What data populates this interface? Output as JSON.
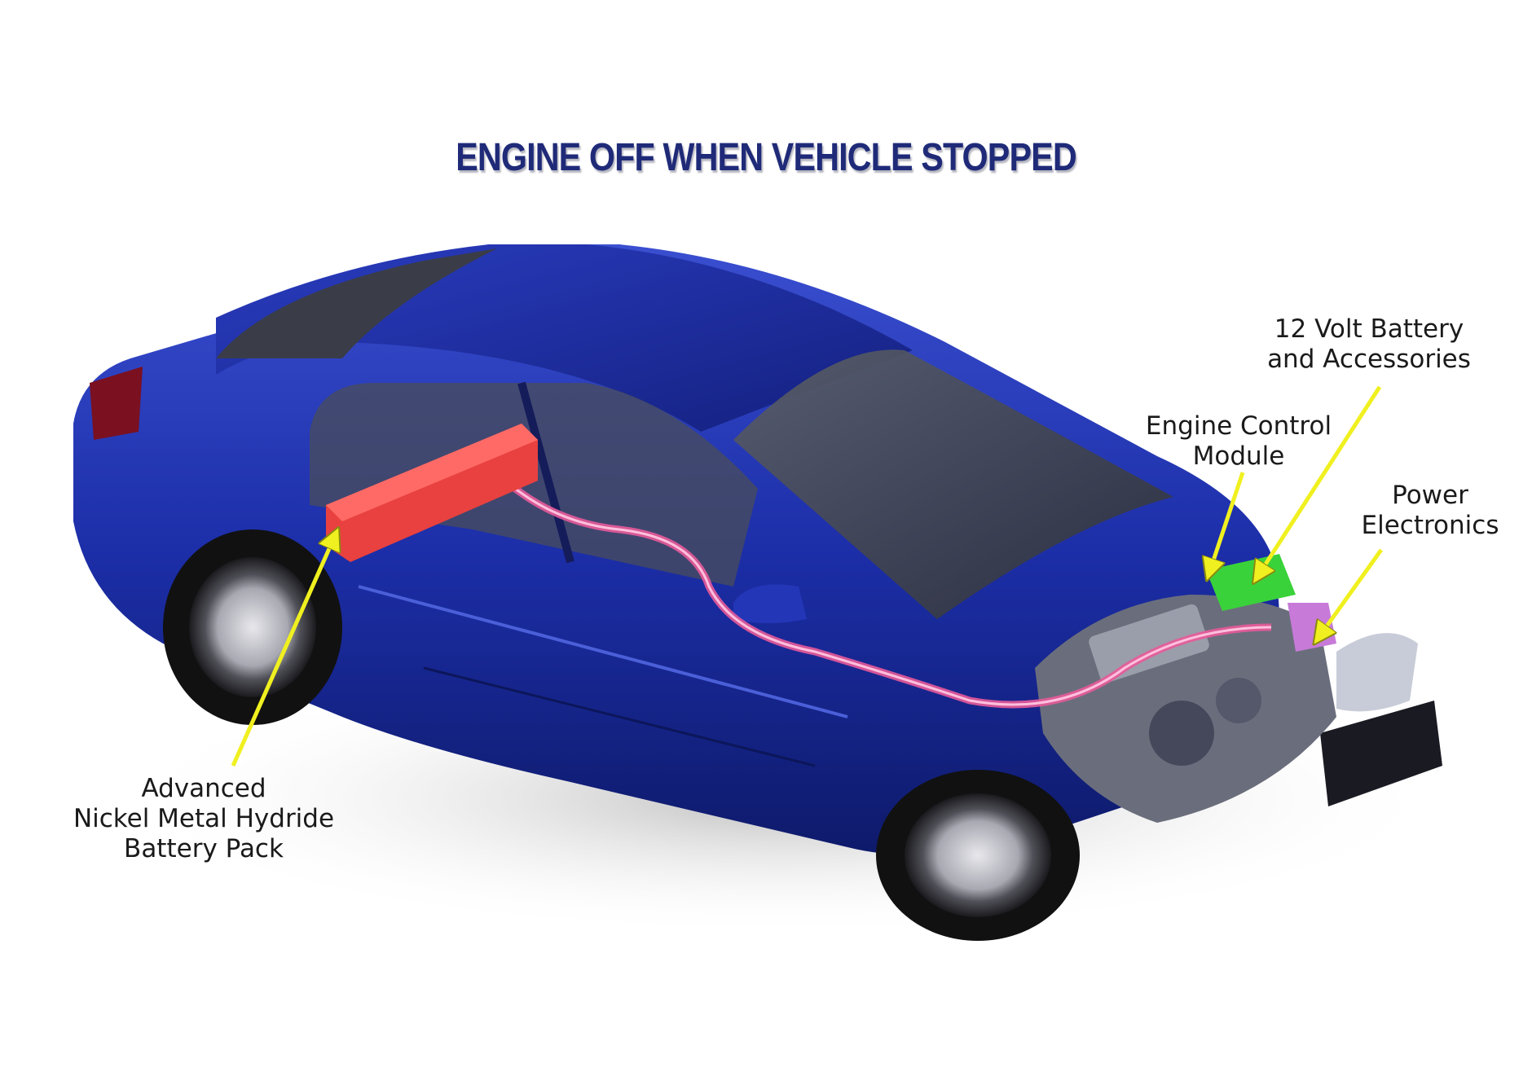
{
  "title": "ENGINE OFF WHEN VEHICLE STOPPED",
  "labels": {
    "battery_pack": {
      "line1": "Advanced",
      "line2": "Nickel Metal Hydride",
      "line3": "Battery Pack"
    },
    "twelve_volt": {
      "line1": "12 Volt Battery",
      "line2": "and Accessories"
    },
    "engine_control": {
      "line1": "Engine Control",
      "line2": "Module"
    },
    "power_electronics": {
      "line1": "Power",
      "line2": "Electronics"
    }
  },
  "colors": {
    "title": "#1f2a78",
    "car_body": "#1a2a9e",
    "battery_pack": "#e8413f",
    "cable": "#e85a9a",
    "arrow": "#f0f020",
    "accessory_battery": "#3ad23a"
  }
}
